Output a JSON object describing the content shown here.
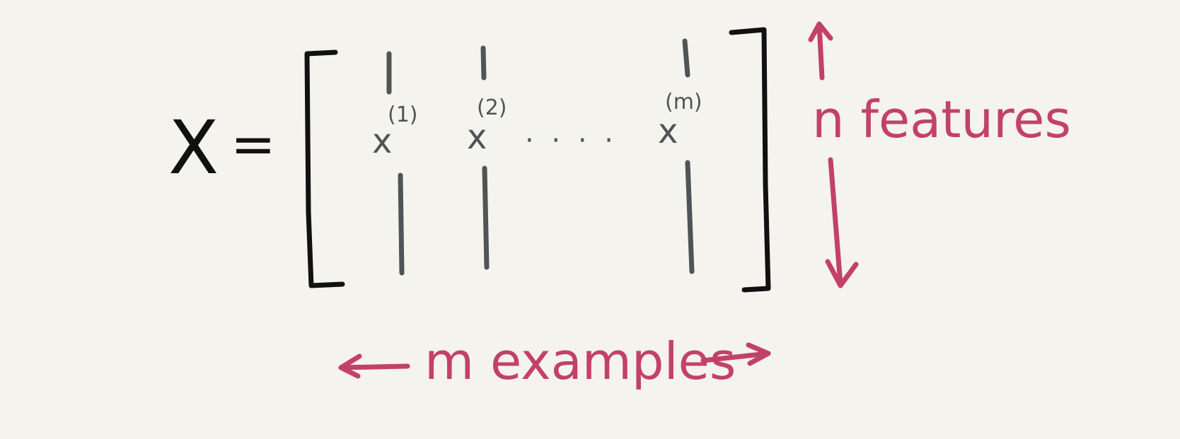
{
  "equation": {
    "lhs": "X",
    "equals": "=",
    "columns": [
      {
        "symbol": "x",
        "superscript": "(1)"
      },
      {
        "symbol": "x",
        "superscript": "(2)"
      },
      {
        "symbol": "x",
        "superscript": "(m)"
      }
    ],
    "ellipsis": "· · · ·"
  },
  "annotations": {
    "rows": "n features",
    "columns": "m examples"
  },
  "colors": {
    "background": "#f4f3ee",
    "matrix_ink": "#111111",
    "column_ink": "#4f5457",
    "annotation_ink": "#c2416a"
  }
}
